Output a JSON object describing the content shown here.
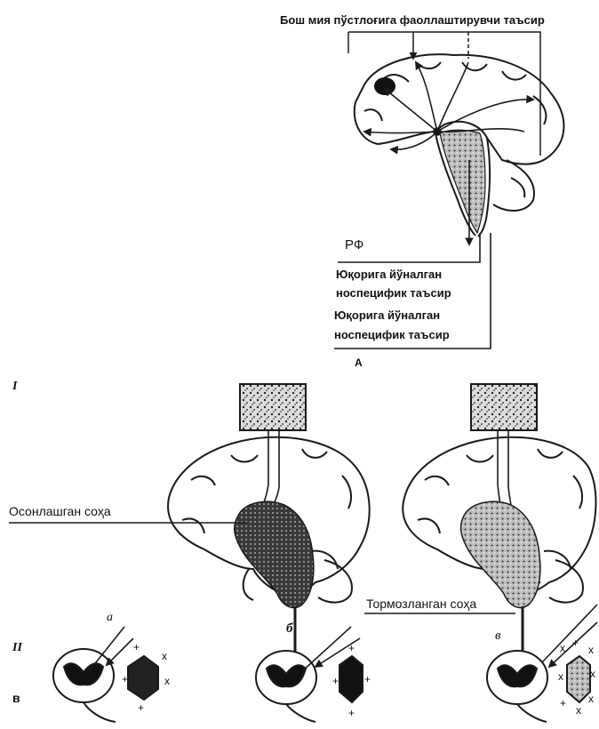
{
  "labels": {
    "top_title": "Бош мия пўстлоғига фаоллаштирувчи таъсир",
    "rf": "РФ",
    "upward_line1": "Юқорига йўналган",
    "upward_line2": "носпецифик таъсир",
    "upward2_line1": "Юқорига йўналган",
    "upward2_line2": "носпецифик таъсир",
    "panel_a": "А",
    "section_i": "I",
    "section_ii": "II",
    "letter_v": "в",
    "sub_a": "а",
    "sub_b": "б",
    "sub_v": "в",
    "facilitated_zone": "Осонлашган соҳа",
    "inhibited_zone": "Тормозланган соҳа"
  },
  "colors": {
    "ink": "#1a1a1a",
    "paper": "#ffffff"
  }
}
